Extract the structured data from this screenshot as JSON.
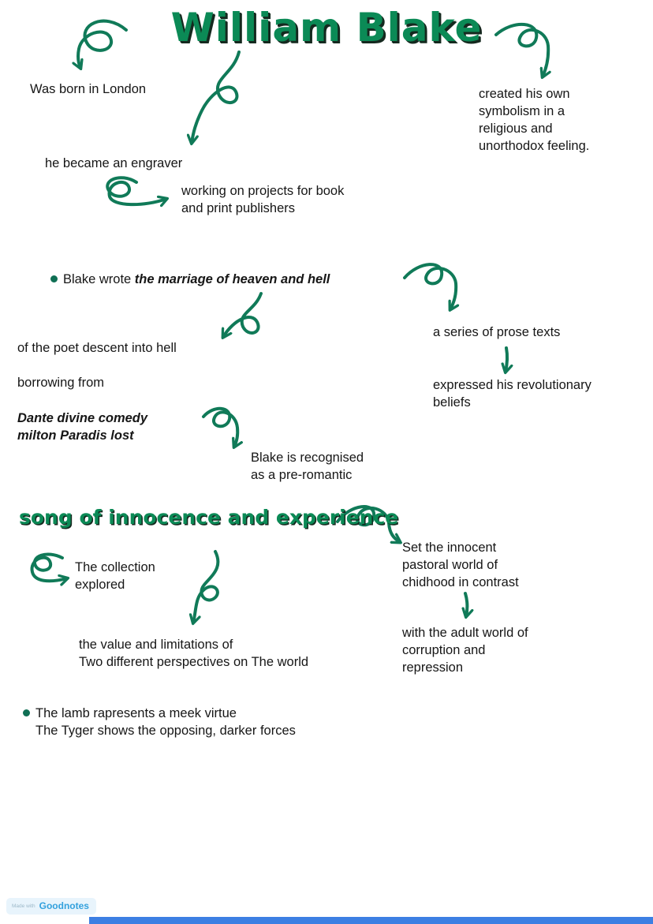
{
  "title": "William Blake",
  "notes": {
    "born": "Was born in London",
    "symbolism": "created his own\nsymbolism in a\nreligious and\nunorthodox feeling.",
    "engraver": "he became an engraver",
    "projects": "working on projects for book\nand print publishers",
    "wrote_prefix": "Blake wrote ",
    "wrote_title": "the marriage of heaven and hell",
    "prose": "a series of prose texts",
    "beliefs": "expressed his revolutionary\nbeliefs",
    "descent": "of the poet descent into hell",
    "borrowing": "borrowing from",
    "sources": "Dante divine comedy\nmilton Paradis lost",
    "preromantic": "Blake is recognised\nas a pre-romantic",
    "songs_heading": "song of innocence and experience",
    "collection": "The collection\nexplored",
    "value": "the value and limitations of\nTwo different perspectives on The world",
    "innocent": "Set the innocent\npastoral world of\nchidhood in contrast",
    "adult": "with the adult world of\ncorruption and\nrepression",
    "lamb": "The lamb rapresents a meek virtue\nThe Tyger shows the opposing, darker forces"
  },
  "watermark": {
    "prefix": "Made with",
    "brand": "Goodnotes"
  },
  "colors": {
    "ink": "#161616",
    "arrow_green": "#107a58",
    "title_green": "#0b8a56",
    "title_shadow": "#15291f",
    "bullet_green": "#0f6f54",
    "bar_blue": "#3c7fe3",
    "brand_blue": "#33a1dd",
    "watermark_bg": "#e8f4fc",
    "watermark_prefix": "#9db9c9"
  }
}
